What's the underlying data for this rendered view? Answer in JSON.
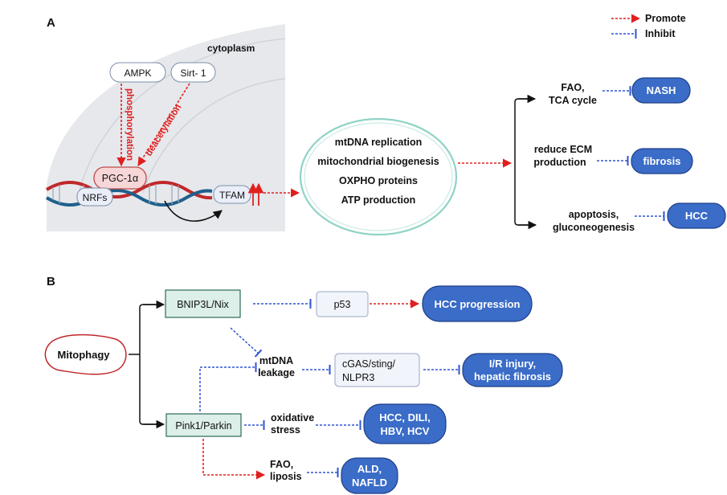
{
  "legend": {
    "promote": "Promote",
    "inhibit": "Inhibit",
    "promote_color": "#e0201f",
    "inhibit_color": "#2e55d4"
  },
  "panel_a": {
    "letter": "A",
    "cytoplasm": "cytoplasm",
    "ampk": "AMPK",
    "sirt1": "Sirt- 1",
    "phosphorylation": "phosphorylation",
    "deacetylation": "deacetylation",
    "pgc1a": "PGC-1α",
    "nrfs": "NRFs",
    "tfam": "TFAM",
    "center": [
      "mtDNA replication",
      "mitochondrial biogenesis",
      "OXPHO proteins",
      "ATP production"
    ],
    "branch1": [
      "FAO,",
      "TCA cycle"
    ],
    "branch2": [
      "reduce ECM",
      "production"
    ],
    "branch3": [
      "apoptosis,",
      "gluconeogenesis"
    ],
    "nash": "NASH",
    "fibrosis": "fibrosis",
    "hcc": "HCC"
  },
  "panel_b": {
    "letter": "B",
    "mitophagy": "Mitophagy",
    "bnip3l": "BNIP3L/Nix",
    "pink1": "Pink1/Parkin",
    "p53": "p53",
    "hcc_progression": "HCC progression",
    "mtdna_leakage": [
      "mtDNA",
      "leakage"
    ],
    "cgas": [
      "cGAS/sting/",
      "NLPR3"
    ],
    "ir_injury": [
      "I/R injury,",
      "hepatic fibrosis"
    ],
    "oxidative_stress": [
      "oxidative",
      "stress"
    ],
    "hcc_dili": [
      "HCC, DILI,",
      "HBV, HCV"
    ],
    "fao_liposis": [
      "FAO,",
      "liposis"
    ],
    "ald_nafld": [
      "ALD,",
      "NAFLD"
    ]
  },
  "colors": {
    "node_blue": "#3a6cc8",
    "node_green_fill": "#dcefe8",
    "node_green_stroke": "#2b6b55",
    "node_pink_fill": "#f6d6d6",
    "node_pink_stroke": "#c0494a",
    "dna_red": "#c0282a",
    "dna_blue": "#1f5f8c"
  }
}
